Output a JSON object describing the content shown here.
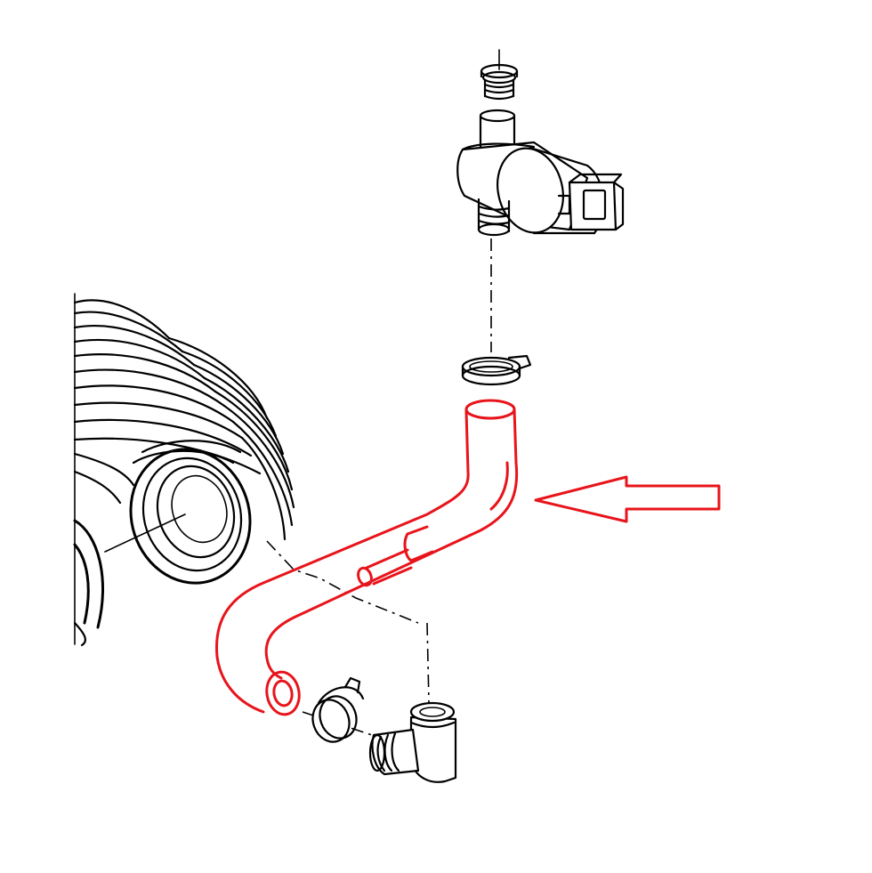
{
  "diagram": {
    "highlight_color": "#e8141b",
    "ink_color": "#000000",
    "background_color": "#ffffff",
    "parts": [
      "idle-control-valve",
      "valve-top-fitting",
      "hose-clamp-upper",
      "breather-hose-highlighted",
      "hose-clamp-lower",
      "elbow-connector",
      "corrugated-intake-boot",
      "pointer-arrow"
    ]
  }
}
